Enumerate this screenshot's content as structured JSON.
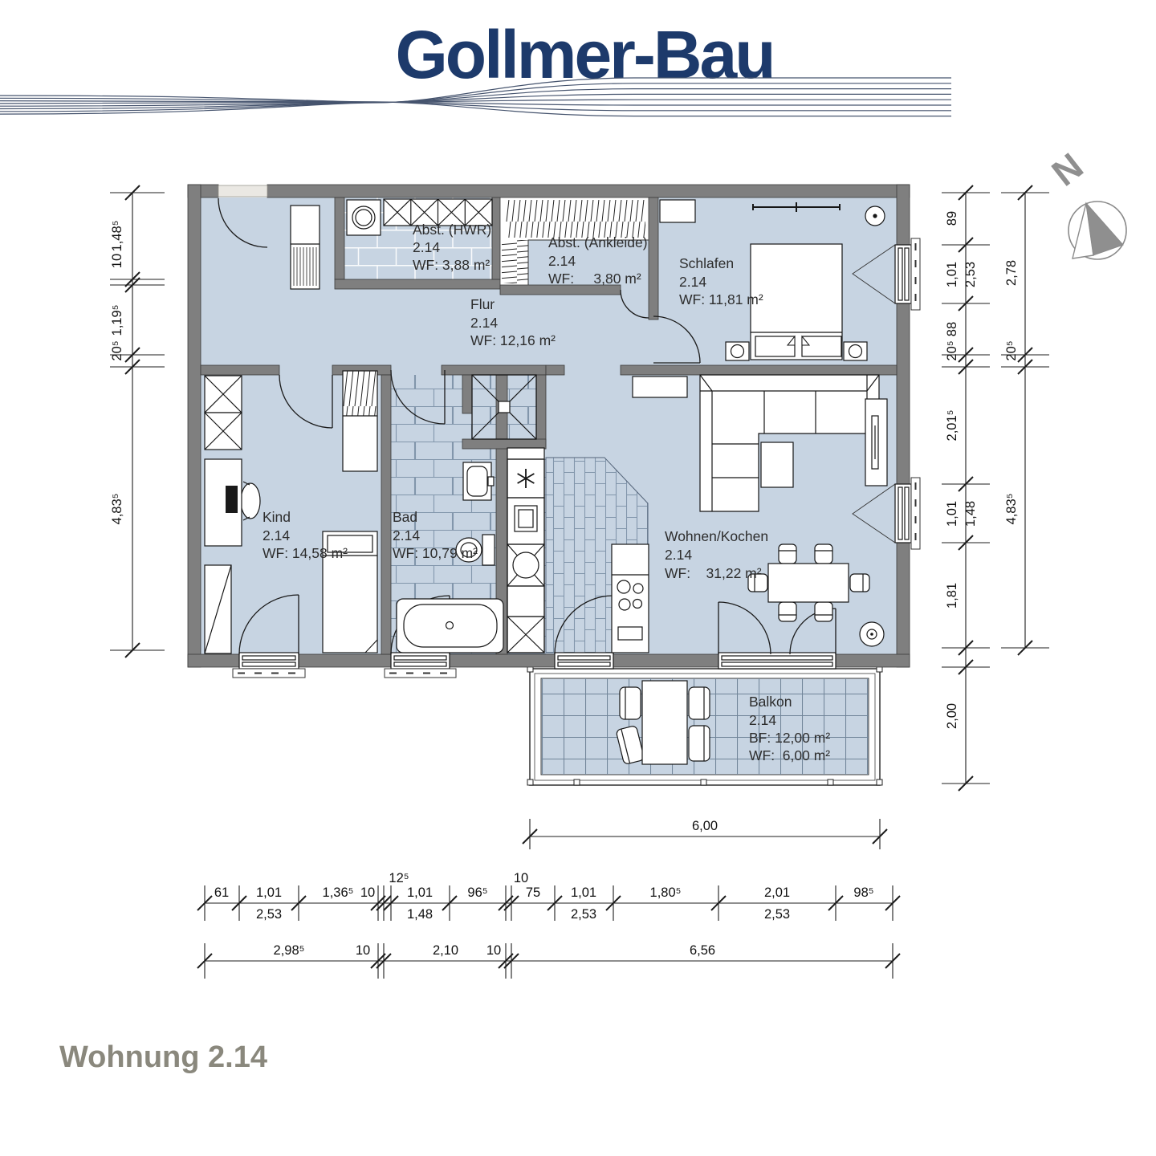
{
  "header": {
    "title": "Gollmer-Bau"
  },
  "plan": {
    "north_label": "N",
    "rooms": [
      {
        "name": "Abst. (HWR)",
        "unit": "2.14",
        "area": "WF: 3,88 m²"
      },
      {
        "name": "Abst. (Ankleide)",
        "unit": "2.14",
        "area": "WF:     3,80 m²"
      },
      {
        "name": "Schlafen",
        "unit": "2.14",
        "area": "WF: 11,81 m²"
      },
      {
        "name": "Flur",
        "unit": "2.14",
        "area": "WF: 12,16 m²"
      },
      {
        "name": "Kind",
        "unit": "2.14",
        "area": "WF: 14,58 m²"
      },
      {
        "name": "Bad",
        "unit": "2.14",
        "area": "WF: 10,79 m²"
      },
      {
        "name": "Wohnen/Kochen",
        "unit": "2.14",
        "area": "WF:    31,22 m²"
      },
      {
        "name": "Balkon",
        "unit": "2.14",
        "area_bf": "BF: 12,00 m²",
        "area": "WF:  6,00 m²"
      }
    ]
  },
  "dimensions": {
    "left": [
      "1,48⁵",
      "10",
      "1,19⁵",
      "20⁵",
      "4,83⁵"
    ],
    "right_inner": [
      "89",
      "1,01",
      "2,53",
      "88",
      "20⁵",
      "2,01⁵",
      "1,01",
      "1,48",
      "1,81",
      "2,00"
    ],
    "right_outer": [
      "2,78",
      "20⁵",
      "4,83⁵"
    ],
    "balcony_width": "6,00",
    "bottom_upper": [
      "61",
      "1,01",
      "2,53",
      "1,36⁵",
      "10",
      "12⁵",
      "1,01",
      "1,48",
      "96⁵",
      "10",
      "75",
      "1,01",
      "2,53",
      "1,80⁵",
      "2,01",
      "2,53",
      "98⁵"
    ],
    "bottom_lower": [
      "2,98⁵",
      "10",
      "2,10",
      "10",
      "6,56"
    ]
  },
  "footer": {
    "label": "Wohnung 2.14"
  }
}
